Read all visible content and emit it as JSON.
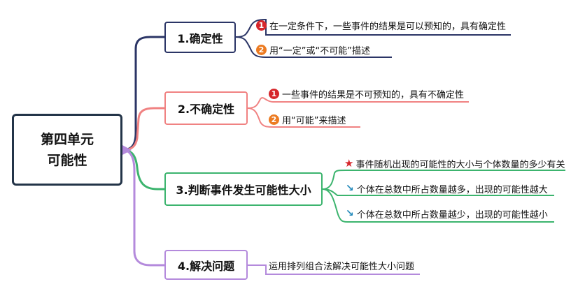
{
  "root": {
    "line1": "第四单元",
    "line2": "可能性"
  },
  "branches": [
    {
      "label": "1.确定性",
      "color": "#2b3566",
      "items": [
        {
          "marker": "1",
          "text": "在一定条件下，一些事件的结果是可以预知的，具有确定性"
        },
        {
          "marker": "2",
          "text": "用“一定”或“不可能”描述"
        }
      ]
    },
    {
      "label": "2.不确定性",
      "color": "#f08282",
      "items": [
        {
          "marker": "1",
          "text": "一些事件的结果是不可预知的，具有不确定性"
        },
        {
          "marker": "2",
          "text": "用“可能”来描述"
        }
      ]
    },
    {
      "label": "3.判断事件发生可能性大小",
      "color": "#3cb46e",
      "items": [
        {
          "marker": "star",
          "text": "事件随机出现的可能性的大小与个体数量的多少有关"
        },
        {
          "marker": "arrow",
          "text": "个体在总数中所占数量越多，出现的可能性越大"
        },
        {
          "marker": "arrow",
          "text": "个体在总数中所占数量越少，出现的可能性越小"
        }
      ]
    },
    {
      "label": "4.解决问题",
      "color": "#b48adc",
      "items": [
        {
          "marker": "",
          "text": "运用排列组合法解决可能性大小问题"
        }
      ]
    }
  ]
}
